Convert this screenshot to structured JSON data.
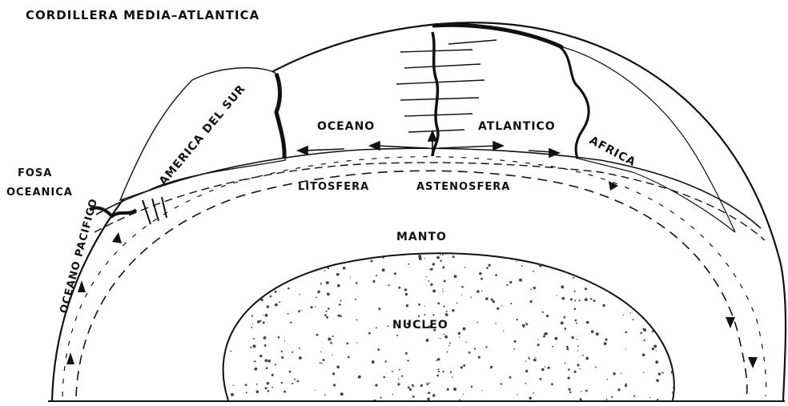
{
  "labels": {
    "ridge": "CORDILLERA MEDIA–ATLANTICA",
    "trench_line1": "FOSA",
    "trench_line2": "OCEANICA",
    "south_america": "AMERICA DEL SUR",
    "ocean": "OCEANO",
    "atlantic": "ATLANTICO",
    "africa": "AFRICA",
    "lithosphere": "LITOSFERA",
    "asthenosphere": "ASTENOSFERA",
    "mantle": "MANTO",
    "core": "NUCLEO",
    "pacific": "OCEANO PACIFICO"
  },
  "colors": {
    "ink": "#111111",
    "paper": "#ffffff",
    "stipple": "#444444"
  }
}
